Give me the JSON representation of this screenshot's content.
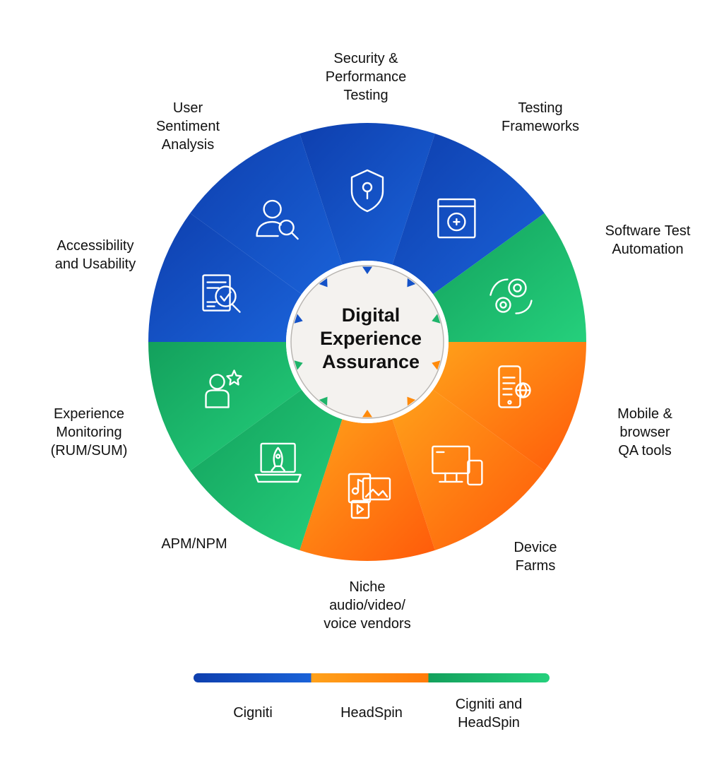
{
  "center_title": "Digital\nExperience\nAssurance",
  "colors": {
    "blue": "#1452c8",
    "orange": "#ff8a0a",
    "green": "#1fb46a"
  },
  "segments": [
    {
      "label": "Security &\nPerformance\nTesting",
      "group": "blue",
      "icon": "shield-lock-icon"
    },
    {
      "label": "Testing\nFrameworks",
      "group": "blue",
      "icon": "browser-bug-icon"
    },
    {
      "label": "Software Test\nAutomation",
      "group": "green",
      "icon": "gears-icon"
    },
    {
      "label": "Mobile &\nbrowser\nQA tools",
      "group": "orange",
      "icon": "mobile-globe-icon"
    },
    {
      "label": "Device\nFarms",
      "group": "orange",
      "icon": "desktop-phone-icon"
    },
    {
      "label": "Niche\naudio/video/\nvoice vendors",
      "group": "orange",
      "icon": "media-files-icon"
    },
    {
      "label": "APM/NPM",
      "group": "green",
      "icon": "rocket-laptop-icon"
    },
    {
      "label": "Experience\nMonitoring\n(RUM/SUM)",
      "group": "green",
      "icon": "user-star-icon"
    },
    {
      "label": "Accessibility\nand Usability",
      "group": "blue",
      "icon": "document-check-icon"
    },
    {
      "label": "User\nSentiment\nAnalysis",
      "group": "blue",
      "icon": "user-search-icon"
    }
  ],
  "legend": [
    {
      "label": "Cigniti",
      "group": "blue"
    },
    {
      "label": "HeadSpin",
      "group": "orange"
    },
    {
      "label": "Cigniti and\nHeadSpin",
      "group": "green"
    }
  ]
}
